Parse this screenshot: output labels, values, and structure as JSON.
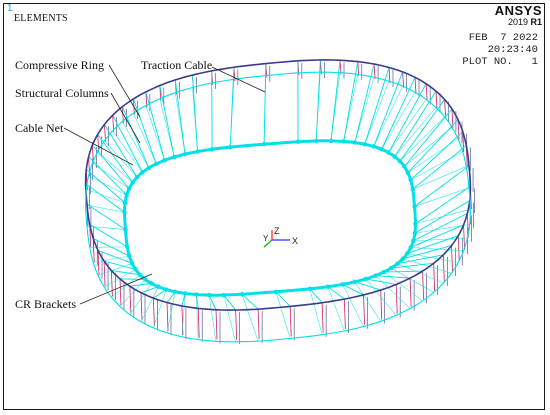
{
  "window": {
    "number": "1",
    "title": "ELEMENTS"
  },
  "brand": {
    "name": "ANSYS",
    "version_prefix": "2019 ",
    "version_suffix": "R1"
  },
  "stamp": {
    "date": "FEB  7 2022",
    "time": "20:23:40",
    "plot": "PLOT NO.   1"
  },
  "labels": {
    "compressive_ring": "Compressive Ring",
    "traction_cable": "Traction Cable",
    "structural_columns": "Structural Columns",
    "cable_net": "Cable Net",
    "cr_brackets": "CR Brackets"
  },
  "triad": {
    "x": "X",
    "y": "Y",
    "z": "Z"
  },
  "colors": {
    "cable": "#00e0e8",
    "column": "#d02060",
    "ring": "#3c3c8c",
    "triad_x": "#3030ff",
    "triad_y": "#00c000",
    "triad_z": "#ff3030"
  }
}
